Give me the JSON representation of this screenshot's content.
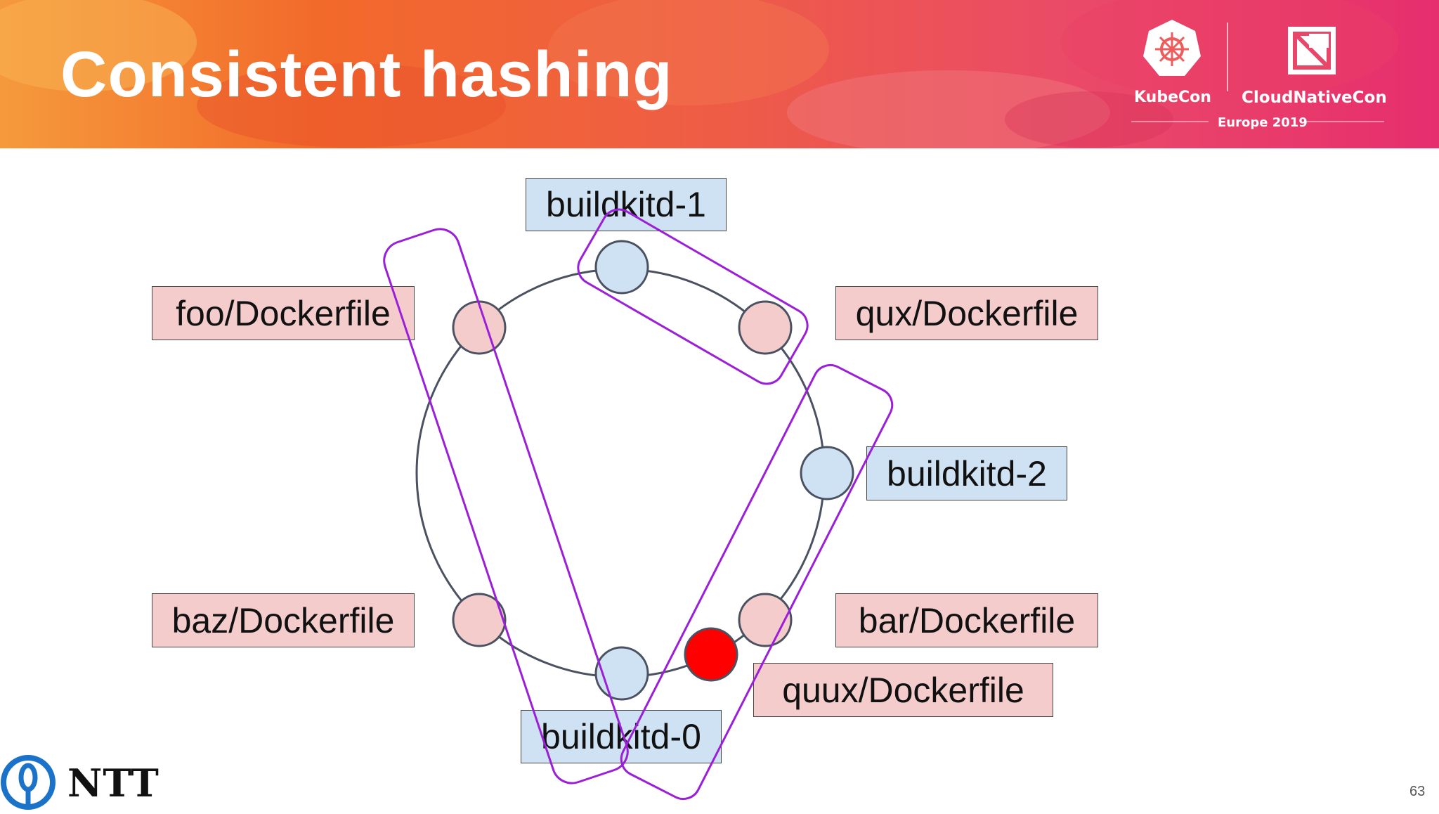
{
  "header": {
    "title": "Consistent hashing",
    "logos": {
      "kubecon_label": "KubeCon",
      "cncf_label": "CloudNativeCon",
      "event_label": "Europe 2019",
      "kubecon_icon": "kubernetes-wheel-icon",
      "cncf_icon": "cncf-icon"
    }
  },
  "diagram": {
    "nodes": {
      "buildkitd_1": "buildkitd-1",
      "buildkitd_2": "buildkitd-2",
      "buildkitd_0": "buildkitd-0"
    },
    "keys": {
      "foo": "foo/Dockerfile",
      "qux": "qux/Dockerfile",
      "baz": "baz/Dockerfile",
      "bar": "bar/Dockerfile",
      "quux": "quux/Dockerfile"
    }
  },
  "footer": {
    "company": "NTT",
    "company_icon": "ntt-logo-icon",
    "page_number": "63"
  },
  "colors": {
    "key_fill": "#f4cccc",
    "node_fill": "#cfe2f3",
    "highlight": "#ff0000",
    "group_outline": "#9b1fd8",
    "ring": "#4a5160"
  }
}
